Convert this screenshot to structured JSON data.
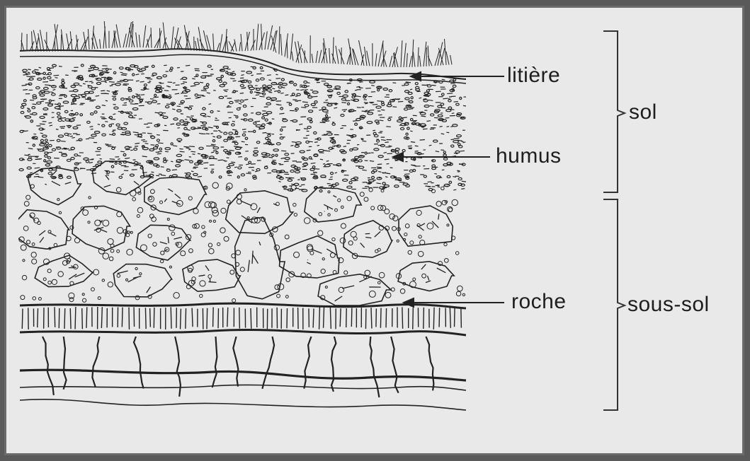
{
  "diagram": {
    "labels": {
      "litiere": "litière",
      "humus": "humus",
      "roche": "roche",
      "sol": "sol",
      "sous_sol": "sous-sol"
    }
  }
}
